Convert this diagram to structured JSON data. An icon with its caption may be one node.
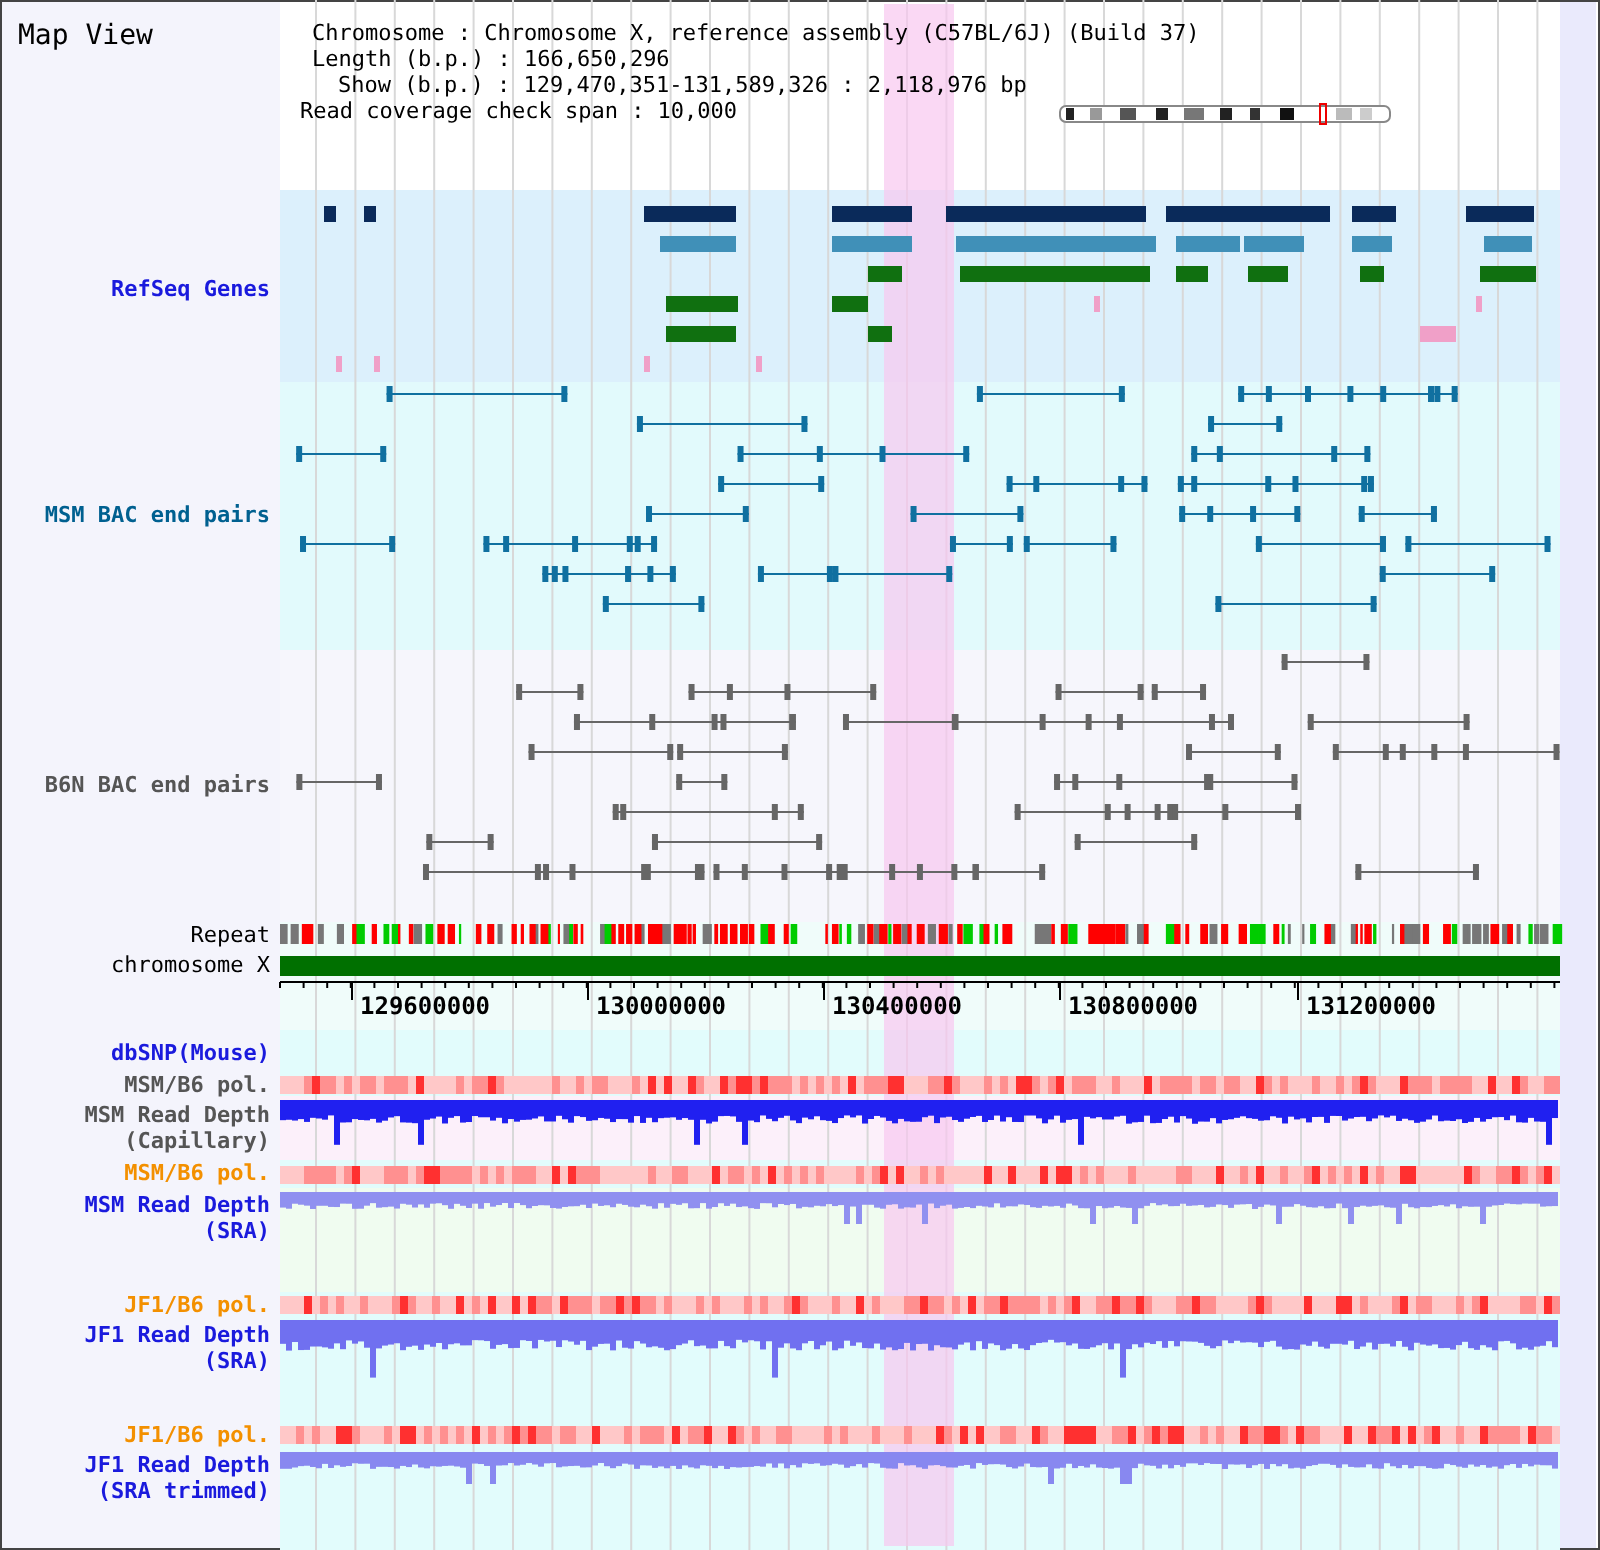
{
  "diagram": {
    "title": "Map View",
    "labels": [
      "Chromosome : Chromosome X, reference assembly (C57BL/6J) (Build 37)",
      "Length (b.p.) : 166,650,296",
      "Show (b.p.) : 129,470,351-131,589,326 : 2,118,976 bp",
      "Read coverage check span : 10,000",
      "RefSeq Genes",
      "MSM BAC end pairs",
      "B6N BAC end pairs",
      "Repeat",
      "chromosome X",
      "129600000",
      "130000000",
      "130400000",
      "130800000",
      "131200000",
      "dbSNP(Mouse)",
      "MSM/B6 pol.",
      "MSM Read Depth (Capillary)",
      "MSM/B6 pol.",
      "MSM Read Depth (SRA)",
      "JF1/B6 pol.",
      "JF1 Read Depth (SRA)",
      "JF1/B6 pol.",
      "JF1 Read Depth (SRA trimmed)"
    ]
  }
}
